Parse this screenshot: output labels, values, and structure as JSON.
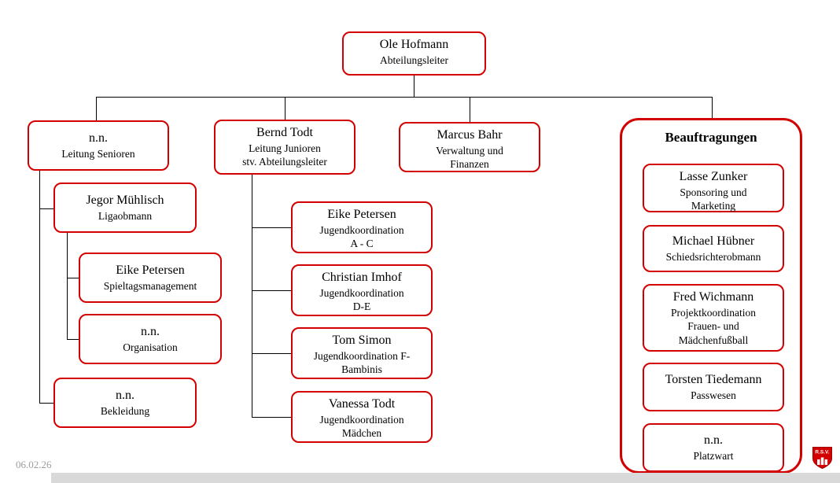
{
  "colors": {
    "box_border": "#d20000",
    "connector": "#000000",
    "footer_bar": "#d9d9d9"
  },
  "footer": {
    "date": "06.02.26"
  },
  "logo": {
    "label": "R.S.V."
  },
  "chart_root": {
    "name": "Ole Hofmann",
    "role": "Abteilungsleiter"
  },
  "branches": {
    "senioren": {
      "name": "n.n.",
      "role": "Leitung Senioren"
    },
    "junioren": {
      "name": "Bernd Todt",
      "role": "Leitung Junioren\nstv. Abteilungsleiter"
    },
    "verwaltung": {
      "name": "Marcus Bahr",
      "role": "Verwaltung und\nFinanzen"
    }
  },
  "senioren_children": [
    {
      "name": "Jegor Mühlisch",
      "role": "Ligaobmann"
    },
    {
      "name": "Eike Petersen",
      "role": "Spieltagsmanagement"
    },
    {
      "name": "n.n.",
      "role": "Organisation"
    },
    {
      "name": "n.n.",
      "role": "Bekleidung"
    }
  ],
  "junioren_children": [
    {
      "name": "Eike Petersen",
      "role": "Jugendkoordination\nA - C"
    },
    {
      "name": "Christian Imhof",
      "role": "Jugendkoordination\nD-E"
    },
    {
      "name": "Tom Simon",
      "role": "Jugendkoordination F-\nBambinis"
    },
    {
      "name": "Vanessa Todt",
      "role": "Jugendkoordination\nMädchen"
    }
  ],
  "beauftragungen": {
    "title": "Beauftragungen",
    "items": [
      {
        "name": "Lasse Zunker",
        "role": "Sponsoring und\nMarketing"
      },
      {
        "name": "Michael Hübner",
        "role": "Schiedsrichterobmann"
      },
      {
        "name": "Fred Wichmann",
        "role": "Projektkoordination\nFrauen- und\nMädchenfußball"
      },
      {
        "name": "Torsten Tiedemann",
        "role": "Passwesen"
      },
      {
        "name": "n.n.",
        "role": "Platzwart"
      }
    ]
  }
}
